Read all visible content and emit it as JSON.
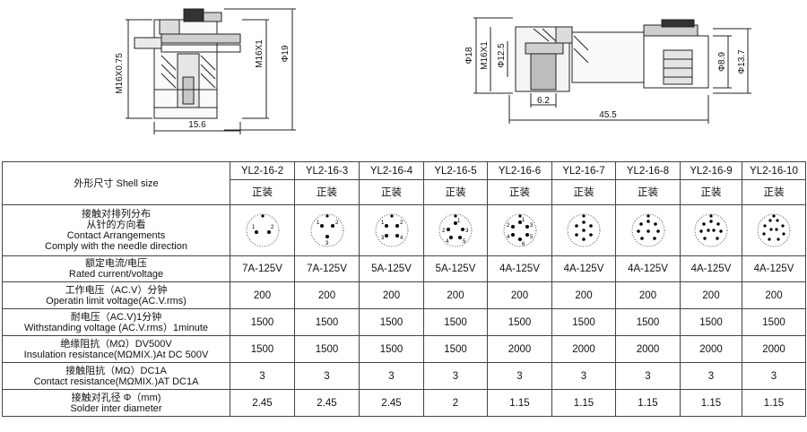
{
  "drawing_left": {
    "dims": [
      "M16X0.75",
      "M16X1",
      "Φ19",
      "15.6"
    ]
  },
  "drawing_right": {
    "dims": [
      "Φ18",
      "M16X1",
      "Φ12.5",
      "6.2",
      "45.5",
      "Φ8.9",
      "Φ13.7"
    ]
  },
  "table": {
    "header_label": "外形尺寸 Shell size",
    "models": [
      "YL2-16-2",
      "YL2-16-3",
      "YL2-16-4",
      "YL2-16-5",
      "YL2-16-6",
      "YL2-16-7",
      "YL2-16-8",
      "YL2-16-9",
      "YL2-16-10"
    ],
    "shell_size": [
      "正装",
      "正装",
      "正装",
      "正装",
      "正装",
      "正装",
      "正装",
      "正装",
      "正装"
    ],
    "contact_label": [
      "接触对排列分布",
      "从针的方向看",
      "Contact Arrangements",
      "Comply with the needle direction"
    ],
    "contact_pin_counts": [
      2,
      3,
      4,
      5,
      6,
      7,
      8,
      9,
      10
    ],
    "pin_numbers": {
      "p2": [
        "1",
        "2"
      ],
      "p3": [
        "1",
        "2",
        "3"
      ],
      "p4": [
        "1",
        "2",
        "3",
        "4"
      ],
      "p5": [
        "1",
        "2",
        "3",
        "4",
        "5"
      ],
      "p6": [
        "1",
        "2",
        "3",
        "4",
        "5",
        "6"
      ]
    },
    "rows": [
      {
        "label": [
          "额定电流/电压",
          "Rated current/voltage"
        ],
        "values": [
          "7A-125V",
          "7A-125V",
          "5A-125V",
          "5A-125V",
          "4A-125V",
          "4A-125V",
          "4A-125V",
          "4A-125V",
          "4A-125V"
        ]
      },
      {
        "label": [
          "工作电压（AC.V）分钟",
          "Operatin limit voltage(AC.V.rms)"
        ],
        "values": [
          "200",
          "200",
          "200",
          "200",
          "200",
          "200",
          "200",
          "200",
          "200"
        ]
      },
      {
        "label": [
          "耐电压（AC.V)1分钟",
          "Withstanding voltage (AC.V.rms）1minute"
        ],
        "values": [
          "1500",
          "1500",
          "1500",
          "1500",
          "1500",
          "1500",
          "1500",
          "1500",
          "1500"
        ]
      },
      {
        "label": [
          "绝缘阻抗（MΩ）DV500V",
          "Insulation resistance(MΩMIX.)At DC 500V"
        ],
        "values": [
          "1500",
          "1500",
          "1500",
          "1500",
          "2000",
          "2000",
          "2000",
          "2000",
          "2000"
        ]
      },
      {
        "label": [
          "接触阻抗（MΩ）DC1A",
          "Contact resistance(MΩMIX.)AT DC1A"
        ],
        "values": [
          "3",
          "3",
          "3",
          "3",
          "3",
          "3",
          "3",
          "3",
          "3"
        ]
      },
      {
        "label": [
          "接触对孔径 Φ（mm)",
          "Solder inter diameter"
        ],
        "values": [
          "2.45",
          "2.45",
          "2.45",
          "2",
          "1.15",
          "1.15",
          "1.15",
          "1.15",
          "1.15"
        ]
      }
    ]
  }
}
